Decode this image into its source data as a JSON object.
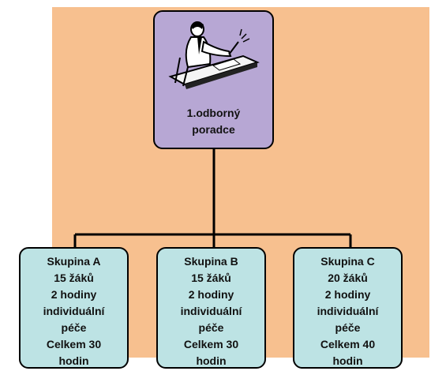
{
  "top": {
    "title_line1": "1.odborný",
    "title_line2": "poradce",
    "icon": "writing-person-icon"
  },
  "groups": [
    {
      "lines": [
        "Skupina A",
        "15 žáků",
        "2 hodiny",
        "individuální",
        "péče",
        "Celkem 30",
        "hodin"
      ]
    },
    {
      "lines": [
        "Skupina B",
        "15 žáků",
        "2 hodiny",
        "individuální",
        "péče",
        "Celkem 30",
        "hodin"
      ]
    },
    {
      "lines": [
        "Skupina C",
        "20 žáků",
        "2 hodiny",
        "individuální",
        "péče",
        "Celkem 40",
        "hodin"
      ]
    }
  ],
  "colors": {
    "background_panel": "#f7c08f",
    "top_box": "#b7a7d4",
    "group_box": "#bde3e4",
    "connector": "#000000"
  }
}
